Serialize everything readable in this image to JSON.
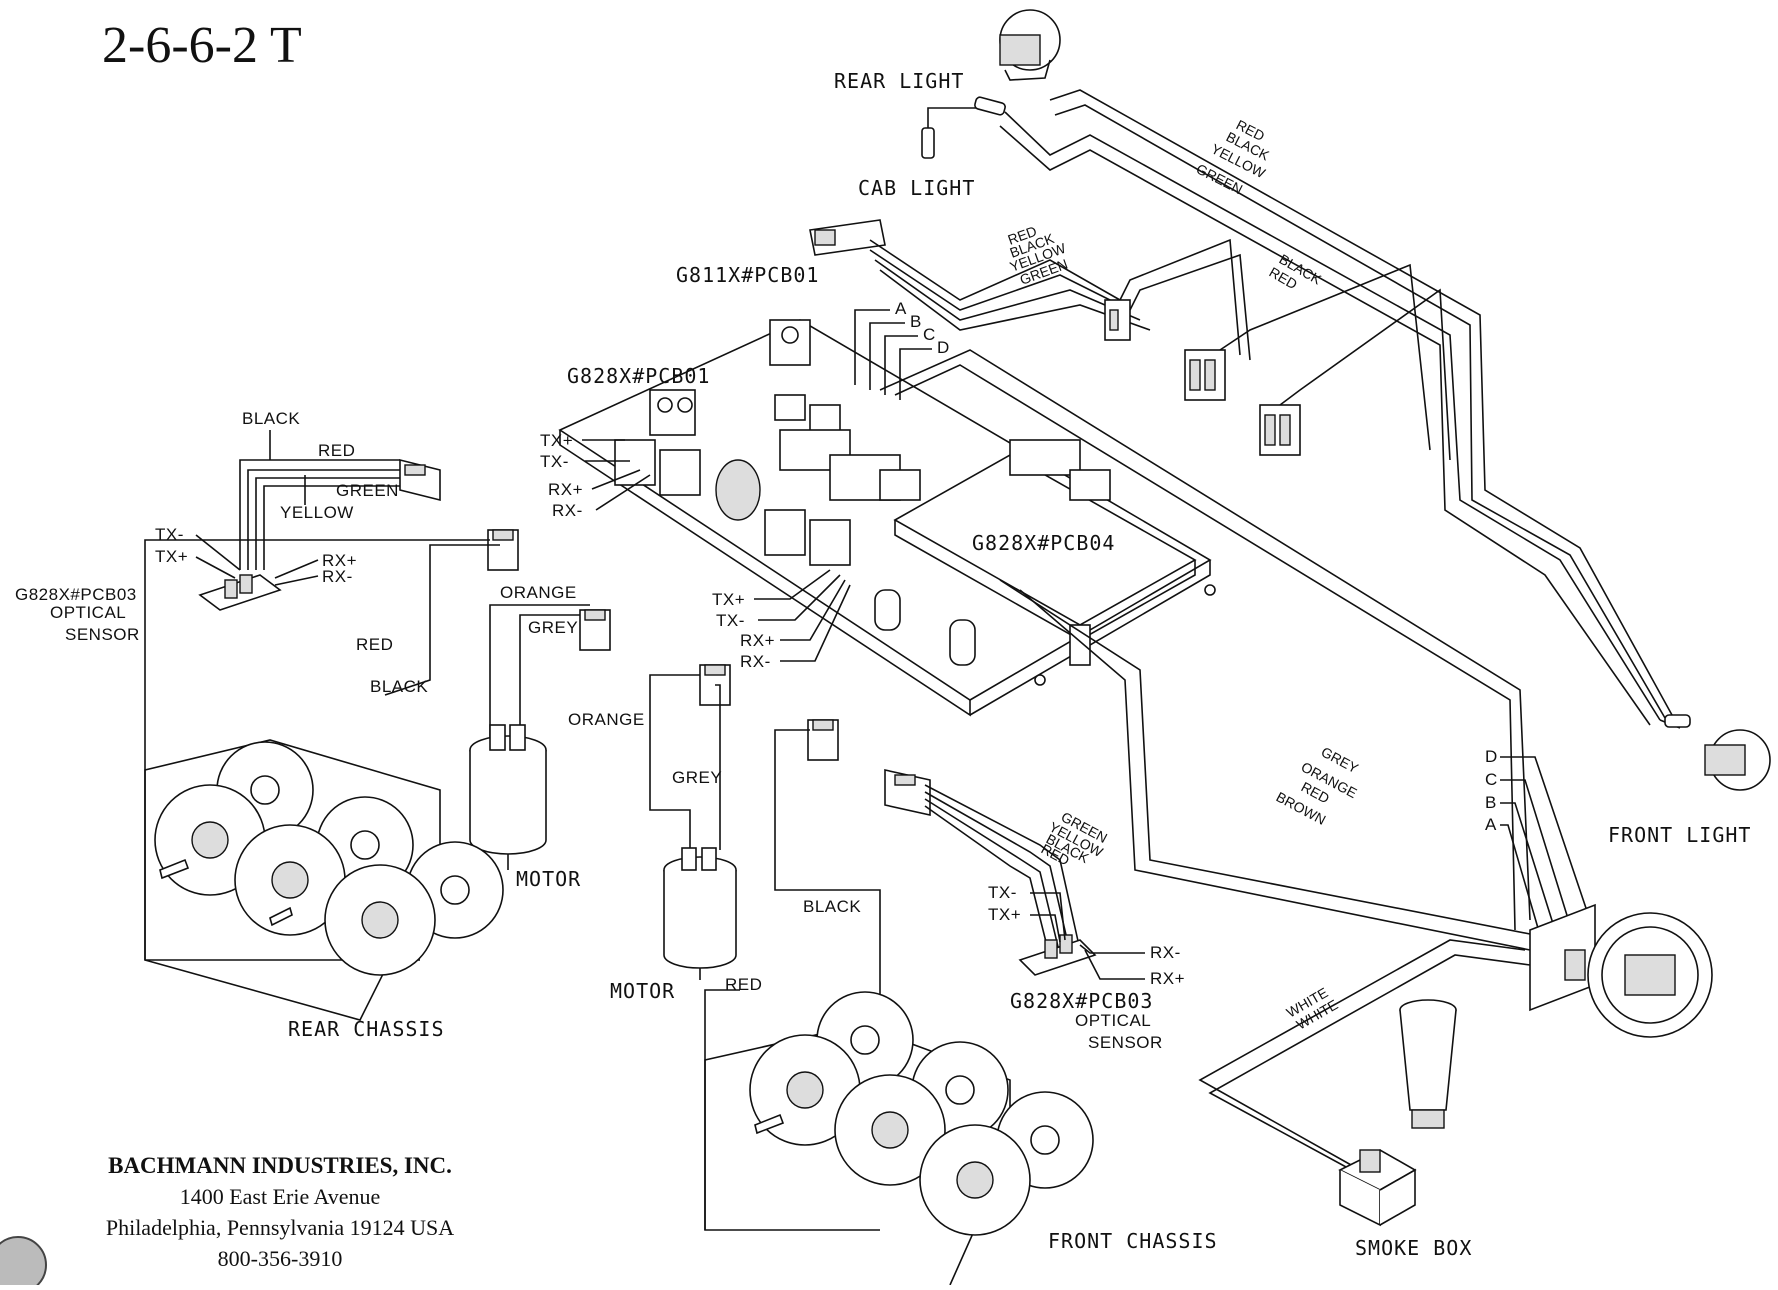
{
  "title": "2-6-6-2 T",
  "labels": {
    "rear_light": "REAR LIGHT",
    "cab_light": "CAB LIGHT",
    "g811x_pcb01": "G811X#PCB01",
    "g828x_pcb01": "G828X#PCB01",
    "g828x_pcb04": "G828X#PCB04",
    "g828x_pcb03_rear": "G828X#PCB03",
    "optical_sensor_rear": "OPTICAL",
    "sensor_rear": "SENSOR",
    "g828x_pcb03_front": "G828X#PCB03",
    "optical_sensor_front": "OPTICAL",
    "sensor_front": "SENSOR",
    "motor_rear": "MOTOR",
    "motor_front": "MOTOR",
    "rear_chassis": "REAR CHASSIS",
    "front_chassis": "FRONT CHASSIS",
    "smoke_box": "SMOKE BOX",
    "front_light": "FRONT LIGHT"
  },
  "signal_labels": {
    "tx_plus": "TX+",
    "tx_minus": "TX-",
    "rx_plus": "RX+",
    "rx_minus": "RX-",
    "a": "A",
    "b": "B",
    "c": "C",
    "d": "D"
  },
  "wire_colors": {
    "red": "RED",
    "black": "BLACK",
    "yellow": "YELLOW",
    "green": "GREEN",
    "grey": "GREY",
    "orange": "ORANGE",
    "brown": "BROWN",
    "white": "WHITE"
  },
  "company": {
    "name": "BACHMANN INDUSTRIES, INC.",
    "address1": "1400 East Erie Avenue",
    "address2": "Philadelphia, Pennsylvania 19124 USA",
    "phone": "800-356-3910"
  }
}
